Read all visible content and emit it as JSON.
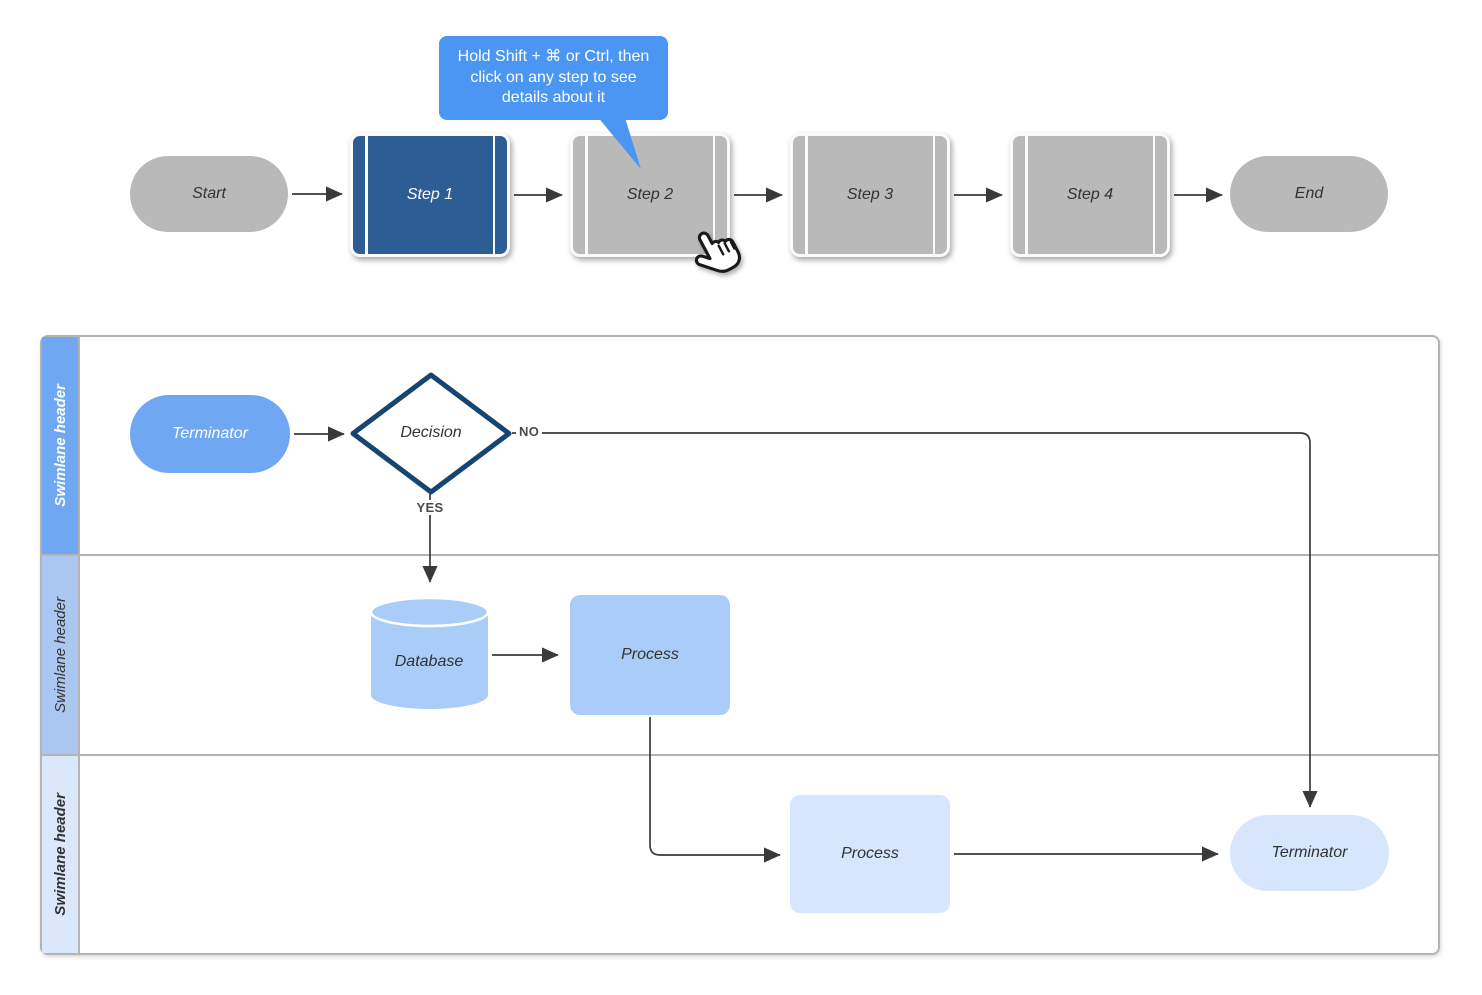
{
  "tooltip": {
    "text": "Hold Shift + ⌘ or Ctrl, then click on any step to see details about it",
    "fill": "#4a96f2",
    "text_color": "#ffffff"
  },
  "flowchart": {
    "start": {
      "label": "Start"
    },
    "steps": [
      {
        "label": "Step 1",
        "selected": true
      },
      {
        "label": "Step 2",
        "selected": false
      },
      {
        "label": "Step 3",
        "selected": false
      },
      {
        "label": "Step 4",
        "selected": false
      }
    ],
    "end": {
      "label": "End"
    },
    "colors": {
      "selected_fill": "#2c5d94",
      "default_fill": "#b9b9b9",
      "text_dark": "#333333",
      "text_selected": "#ffffff"
    }
  },
  "swimlanes": {
    "lanes": [
      {
        "header": "Swimlane header",
        "header_fill": "#70a7f3",
        "header_text_color": "#ffffff"
      },
      {
        "header": "Swimlane header",
        "header_fill": "#a9c7f0",
        "header_text_color": "#333333"
      },
      {
        "header": "Swimlane header",
        "header_fill": "#dbe8fb",
        "header_text_color": "#333333"
      }
    ],
    "shapes": {
      "terminator1": {
        "label": "Terminator",
        "fill": "#70a7f3"
      },
      "decision": {
        "label": "Decision",
        "fill": "#ffffff",
        "border": "#16466f"
      },
      "database": {
        "label": "Database",
        "fill": "#a9cdf8"
      },
      "process2": {
        "label": "Process",
        "fill": "#a9cdf8"
      },
      "process3": {
        "label": "Process",
        "fill": "#d7e6fd"
      },
      "terminator3": {
        "label": "Terminator",
        "fill": "#d7e6fd"
      }
    },
    "edge_labels": {
      "no": "NO",
      "yes": "YES"
    },
    "pool_border": "#b3b3b3",
    "line_color": "#3a3a3a"
  }
}
